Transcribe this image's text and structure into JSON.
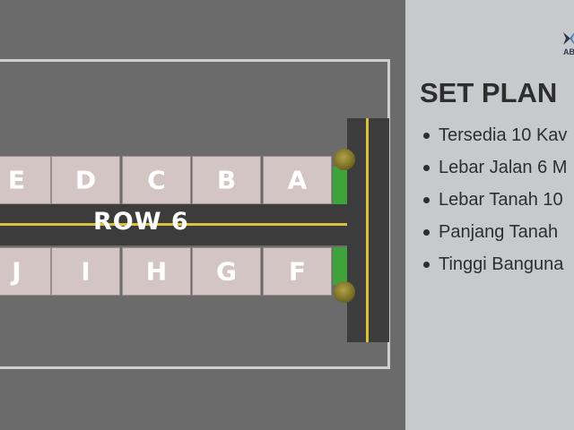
{
  "plan": {
    "row_label": "ROW 6",
    "lots_top": [
      "E",
      "D",
      "C",
      "B",
      "A"
    ],
    "lots_bottom": [
      "J",
      "I",
      "H",
      "G",
      "F"
    ]
  },
  "panel": {
    "logo_text": "AB",
    "title": "SET PLAN",
    "bullets": [
      "Tersedia 10 Kav",
      "Lebar Jalan 6 M",
      "Lebar Tanah 10",
      "Panjang Tanah",
      "Tinggi Banguna"
    ]
  },
  "colors": {
    "background": "#6b6b6b",
    "road": "#3c3c3c",
    "road_line": "#d8c23a",
    "lot": "#d4c5c5",
    "grass": "#3fa33c",
    "panel": "#c7c9cc"
  }
}
